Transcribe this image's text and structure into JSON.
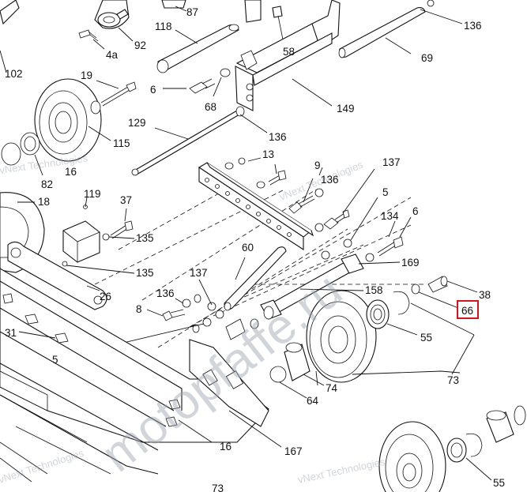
{
  "callouts": {
    "c87": "87",
    "c92": "92",
    "c4a": "4a",
    "c118": "118",
    "c58": "58",
    "c136a": "136",
    "c69": "69",
    "c102": "102",
    "c19": "19",
    "c6a": "6",
    "c68": "68",
    "c149": "149",
    "c115": "115",
    "c129": "129",
    "c136b": "136",
    "c13": "13",
    "c9": "9",
    "c137a": "137",
    "c16a": "16",
    "c82": "82",
    "c136c": "136",
    "c5a": "5",
    "c18": "18",
    "c119": "119",
    "c37": "37",
    "c134": "134",
    "c6b": "6",
    "c135a": "135",
    "c60": "60",
    "c169": "169",
    "c135b": "135",
    "c26": "26",
    "c137b": "137",
    "c158": "158",
    "c136d": "136",
    "c38": "38",
    "c8": "8",
    "c66": "66",
    "c31": "31",
    "c55a": "55",
    "c5b": "5",
    "c73a": "73",
    "c74": "74",
    "c64": "64",
    "c16b": "16",
    "c167": "167",
    "c55b": "55",
    "c73b": "73"
  },
  "watermarks": {
    "site": "motopfaffe.ru",
    "vendor1": "vNext Technologies",
    "vendor2": "vNext Technologies",
    "vendor3": "vNext Technologies",
    "vendor4": "vNext Technologies"
  },
  "highlight": {
    "target": "66",
    "color": "#d01818"
  }
}
